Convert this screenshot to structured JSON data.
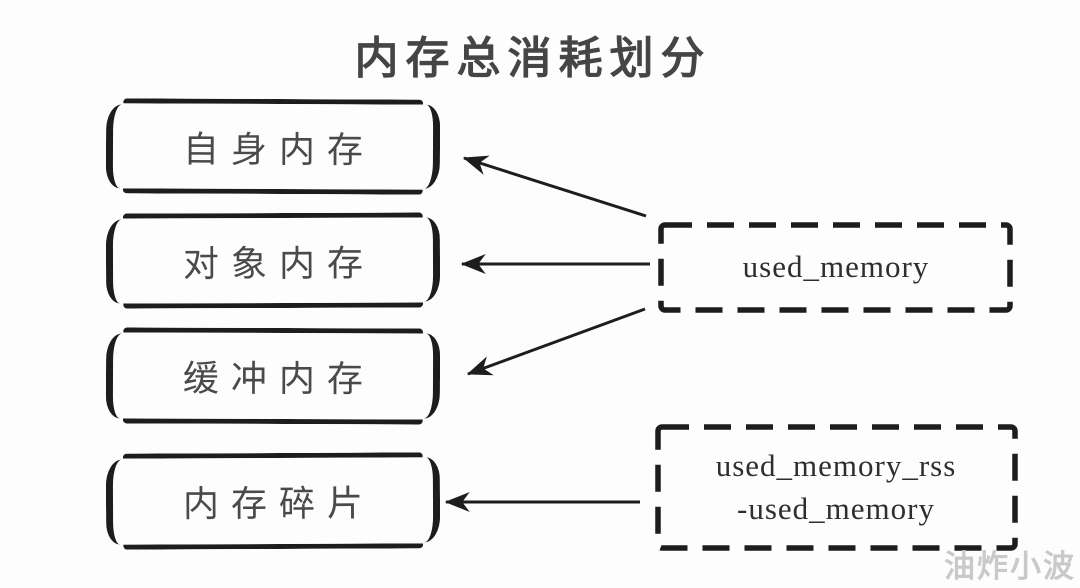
{
  "title": "内存总消耗划分",
  "memory_boxes": [
    {
      "id": "self",
      "label": "自身内存"
    },
    {
      "id": "object",
      "label": "对象内存"
    },
    {
      "id": "buffer",
      "label": "缓冲内存"
    },
    {
      "id": "fragment",
      "label": "内存碎片"
    }
  ],
  "metric_boxes": [
    {
      "id": "used-memory",
      "lines": [
        "used_memory"
      ]
    },
    {
      "id": "used-memory-rss-minus-used-memory",
      "lines": [
        "used_memory_rss",
        "-used_memory"
      ]
    }
  ],
  "relations": [
    {
      "from": "used_memory",
      "to": "自身内存"
    },
    {
      "from": "used_memory",
      "to": "对象内存"
    },
    {
      "from": "used_memory",
      "to": "缓冲内存"
    },
    {
      "from": "used_memory_rss-used_memory",
      "to": "内存碎片"
    }
  ],
  "watermark": "油炸小波",
  "colors": {
    "ink": "#1d1d1d",
    "text": "#4a4a4a",
    "background": "#fdfdfd",
    "watermark": "#c9c9c9"
  }
}
